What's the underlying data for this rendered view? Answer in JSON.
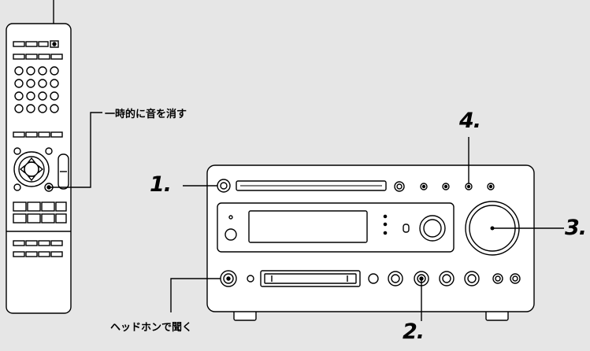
{
  "labels": {
    "mute": "一時的に音を消す",
    "headphones": "ヘッドホンで聞く",
    "step1": "1.",
    "step2": "2.",
    "step3": "3.",
    "step4": "4."
  },
  "colors": {
    "background": "#e6e6e6",
    "line": "#000000",
    "device_fill": "#ffffff"
  }
}
